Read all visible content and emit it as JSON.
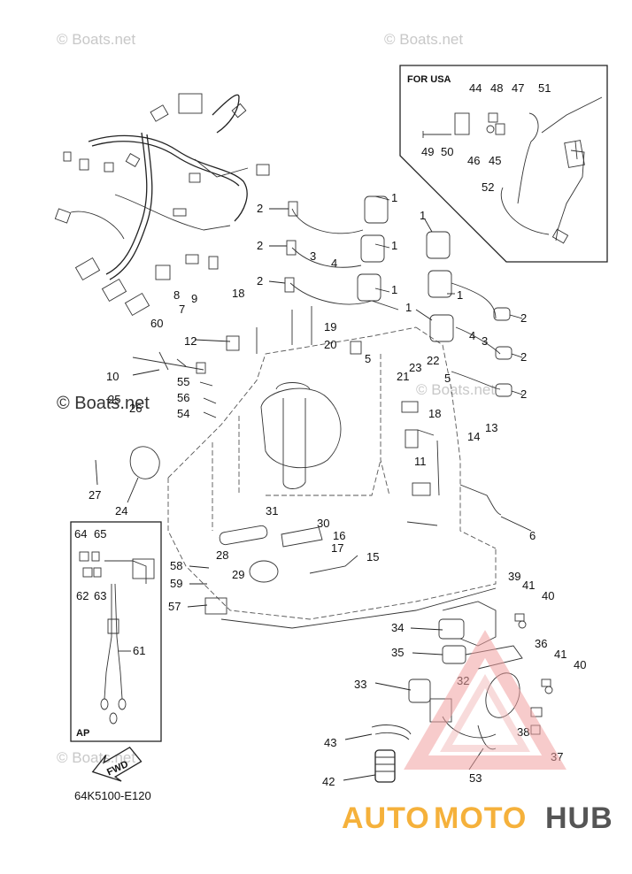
{
  "watermarks": {
    "boats_1": "© Boats.net",
    "boats_2": "© Boats.net",
    "boats_3": "© Boats.net",
    "boats_4": "© Boats.net",
    "boats_5": "© Boats.net"
  },
  "inset_usa": {
    "title": "FOR USA"
  },
  "inset_ap": {
    "title": "AP"
  },
  "fwd_label": "FWD",
  "diagram_code": "64K5100-E120",
  "logo": {
    "part_a": "AUTO",
    "part_b": "MOTO",
    "part_c": "HUB"
  },
  "callouts": {
    "c1a": "1",
    "c1b": "1",
    "c1c": "1",
    "c1d": "1",
    "c1e": "1",
    "c1f": "1",
    "c2a": "2",
    "c2b": "2",
    "c2c": "2",
    "c2d": "2",
    "c2e": "2",
    "c2f": "2",
    "c3a": "3",
    "c3b": "3",
    "c4a": "4",
    "c4b": "4",
    "c5a": "5",
    "c5b": "5",
    "c6": "6",
    "c7": "7",
    "c8": "8",
    "c9": "9",
    "c10": "10",
    "c11": "11",
    "c12": "12",
    "c13": "13",
    "c14": "14",
    "c15": "15",
    "c16": "16",
    "c17": "17",
    "c18a": "18",
    "c18b": "18",
    "c19": "19",
    "c20": "20",
    "c21": "21",
    "c22": "22",
    "c23": "23",
    "c24": "24",
    "c25": "25",
    "c26": "26",
    "c27": "27",
    "c28": "28",
    "c29": "29",
    "c30": "30",
    "c31": "31",
    "c32": "32",
    "c33": "33",
    "c34": "34",
    "c35": "35",
    "c36": "36",
    "c37": "37",
    "c38": "38",
    "c39": "39",
    "c40a": "40",
    "c40b": "40",
    "c41a": "41",
    "c41b": "41",
    "c42": "42",
    "c43": "43",
    "c44": "44",
    "c45": "45",
    "c46": "46",
    "c47": "47",
    "c48": "48",
    "c49": "49",
    "c50": "50",
    "c51": "51",
    "c52": "52",
    "c53": "53",
    "c54": "54",
    "c55": "55",
    "c56": "56",
    "c57": "57",
    "c58": "58",
    "c59": "59",
    "c60": "60",
    "c61": "61",
    "c62": "62",
    "c63": "63",
    "c64": "64",
    "c65": "65"
  }
}
